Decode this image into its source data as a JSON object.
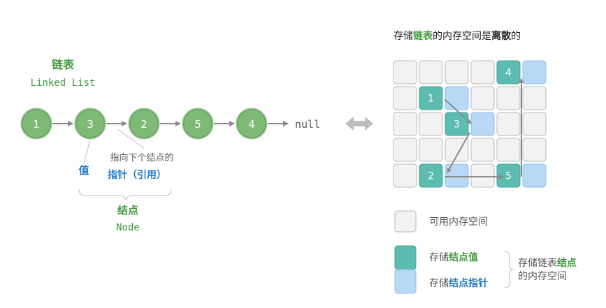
{
  "left": {
    "title": "链表",
    "subtitle": "Linked List",
    "nodes": [
      "1",
      "3",
      "2",
      "5",
      "4"
    ],
    "null_label": "null",
    "value_label": "值",
    "pointer_desc": "指向下个结点的",
    "pointer_label": "指针（引用）",
    "node_label": "结点",
    "node_label_en": "Node"
  },
  "right": {
    "title": {
      "prefix": "存储",
      "highlight1": "链表",
      "mid": "的内存空间是",
      "highlight2": "离散",
      "suffix": "的"
    },
    "grid_rows": 5,
    "grid_cols": 6,
    "memory_nodes": [
      {
        "value": "4",
        "row": 0,
        "col": 4
      },
      {
        "value": "1",
        "row": 1,
        "col": 1
      },
      {
        "value": "3",
        "row": 2,
        "col": 2
      },
      {
        "value": "2",
        "row": 4,
        "col": 1
      },
      {
        "value": "5",
        "row": 4,
        "col": 4
      }
    ],
    "legend": {
      "free": "可用内存空间",
      "value_prefix": "存储",
      "value_hl": "结点值",
      "pointer_prefix": "存储",
      "pointer_hl": "结点指针",
      "group_line1_prefix": "存储链表",
      "group_line1_hl": "结点",
      "group_line2": "的内存空间"
    }
  },
  "colors": {
    "node_fill": "#7dba76",
    "node_ring": "#5a9a52",
    "value_cell": "#5cbcaf",
    "pointer_cell": "#b7d9f5",
    "free_cell": "#f2f2f2",
    "title_green": "#3f9a3c",
    "blue": "#1f79c2",
    "gray_text": "#555555",
    "arrow": "#8a8a8a"
  }
}
